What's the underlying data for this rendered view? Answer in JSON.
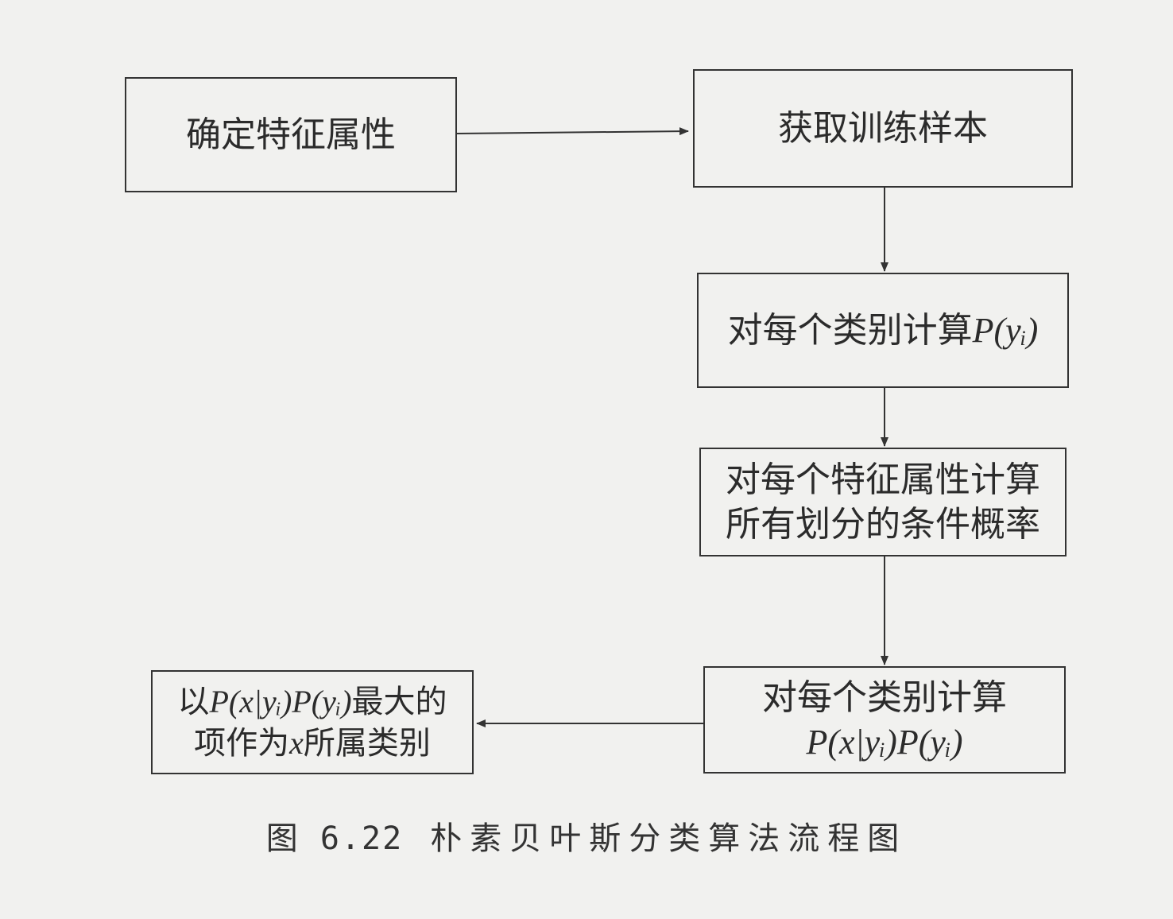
{
  "steps": {
    "determine_features": "确定特征属性",
    "get_samples": "获取训练样本",
    "prior_prefix": "对每个类别计算",
    "prior_formula": "P(yᵢ)",
    "cond_line1": "对每个特征属性计算",
    "cond_line2": "所有划分的条件概率",
    "posterior_line1": "对每个类别计算",
    "posterior_formula": "P(x|yᵢ)P(yᵢ)",
    "decide_prefix": "以",
    "decide_formula": "P(x|yᵢ)P(yᵢ)",
    "decide_suffix": "最大的",
    "decide_line2_prefix": "项作为",
    "decide_line2_var": "x",
    "decide_line2_suffix": "所属类别"
  },
  "caption": {
    "figure_number": "图 6.22",
    "title": "朴素贝叶斯分类算法流程图"
  }
}
